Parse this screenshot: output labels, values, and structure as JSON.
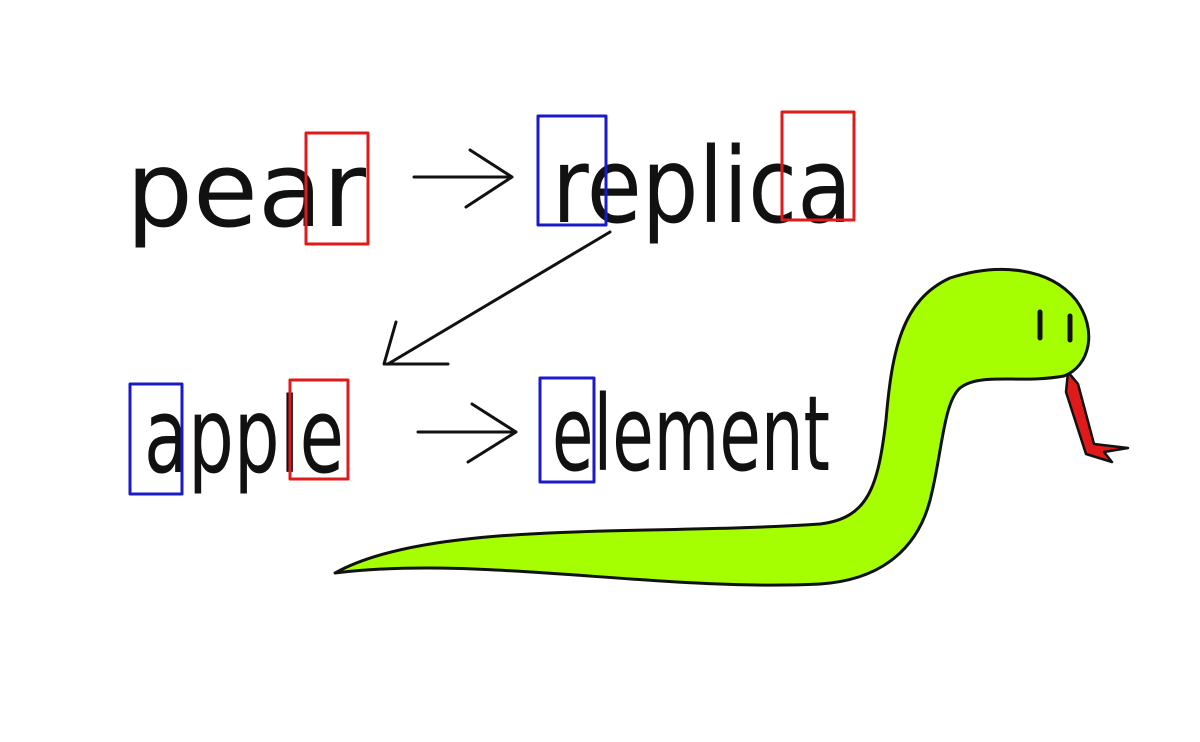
{
  "words": {
    "w1": "pear",
    "w2": "replica",
    "w3": "apple",
    "w4": "element"
  },
  "colors": {
    "first_letter_box": "#1a1ac8",
    "last_letter_box": "#e01a1a",
    "ink": "#111111",
    "snake_body": "#a6ff00",
    "snake_tongue": "#e01a1a"
  }
}
